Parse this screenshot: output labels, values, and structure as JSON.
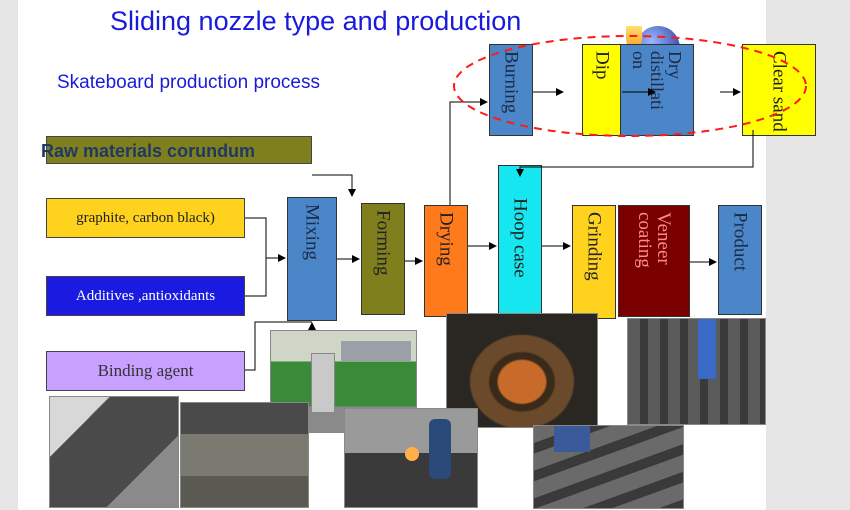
{
  "slide": {
    "title": "Sliding nozzle type and production",
    "subtitle": "Skateboard production process",
    "inputs": {
      "raw_materials": "Raw materials  corundum",
      "graphite": "graphite, carbon black)",
      "additives": "Additives ,antioxidants",
      "binding": "Binding agent"
    },
    "steps": {
      "mixing": "Mixing",
      "forming": "Forming",
      "drying": "Drying",
      "hoop_case": "Hoop case",
      "grinding": "Grinding",
      "veneer_coating": "Veneer coating",
      "product": "Product",
      "burning": "Burning",
      "dip": "Dip",
      "dry_distillation": "Dry distillati on",
      "clear_sand": "Clear sand"
    }
  },
  "colors": {
    "title": "#1a1adc",
    "olive": "#7f7f1e",
    "yellow": "#ffd21e",
    "blue": "#1a1ae0",
    "lavender": "#c8a0ff",
    "steel": "#4a86c8",
    "orange": "#ff7a1a",
    "cyan": "#16e6f0",
    "brightyellow": "#ffff00",
    "maroon": "#7a0000",
    "dashed_red": "#ff1a1a"
  }
}
